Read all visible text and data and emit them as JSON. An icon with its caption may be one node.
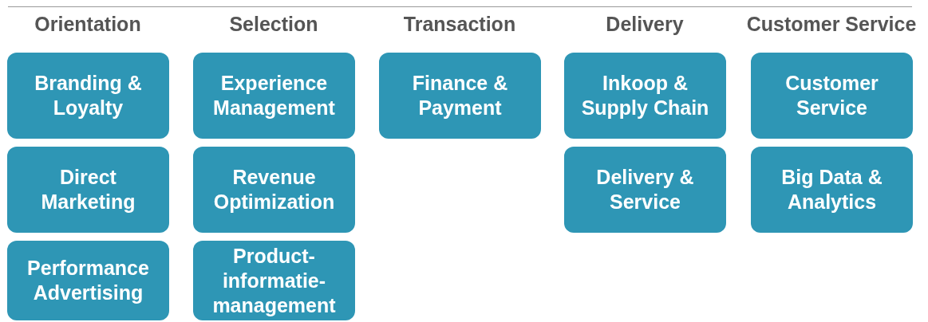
{
  "diagram": {
    "nodes": [
      {
        "text": [
          "Branding & Loyalty"
        ]
      },
      {
        "text": [
          "Direct Marketing"
        ]
      },
      {
        "text": [
          "Performance Advertising"
        ]
      },
      {
        "text": [
          "Experience Management"
        ]
      },
      {
        "text": [
          "Revenue Optimization"
        ]
      },
      {
        "text": [
          "Product- informatie- management"
        ]
      },
      {
        "text": [
          "Finance & Payment"
        ]
      },
      {
        "text": [
          "Inkoop & Supply Chain"
        ]
      },
      {
        "text": [
          "Delivery & Service"
        ]
      },
      {
        "text": [
          "Customer Service"
        ]
      },
      {
        "text": [
          "Big Data & Analytics"
        ]
      }
    ],
    "labels": [
      "Orientation",
      "Selection",
      "Transaction",
      "Delivery",
      "Customer Service"
    ]
  }
}
